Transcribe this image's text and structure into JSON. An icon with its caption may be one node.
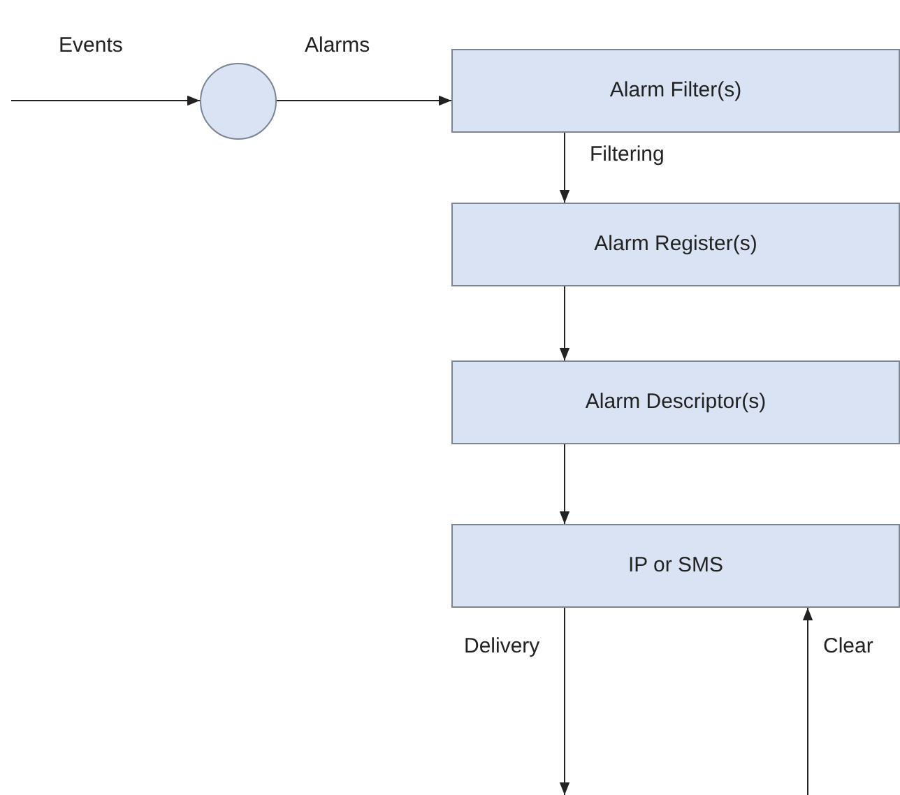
{
  "diagram": {
    "nodes": [
      {
        "text": [],
        "shape": "circle"
      },
      {
        "text": [
          "Alarm Filter(s)"
        ]
      },
      {
        "text": [
          "Alarm Register(s)"
        ]
      },
      {
        "text": [
          "Alarm Descriptor(s)"
        ]
      },
      {
        "text": [
          "IP or SMS"
        ]
      }
    ],
    "edges": [
      {
        "from": null,
        "to": 0,
        "arrow": "to",
        "label": "Events"
      },
      {
        "from": 0,
        "to": 1,
        "arrow": "to",
        "label": "Alarms"
      },
      {
        "from": 1,
        "to": 2,
        "arrow": "to",
        "label": "Filtering"
      },
      {
        "from": 2,
        "to": 3,
        "arrow": "to"
      },
      {
        "from": 3,
        "to": 4,
        "arrow": "to"
      },
      {
        "from": 4,
        "to": null,
        "arrow": "to",
        "label": "Delivery"
      },
      {
        "from": null,
        "to": 4,
        "arrow": "to",
        "label": "Clear"
      }
    ]
  }
}
